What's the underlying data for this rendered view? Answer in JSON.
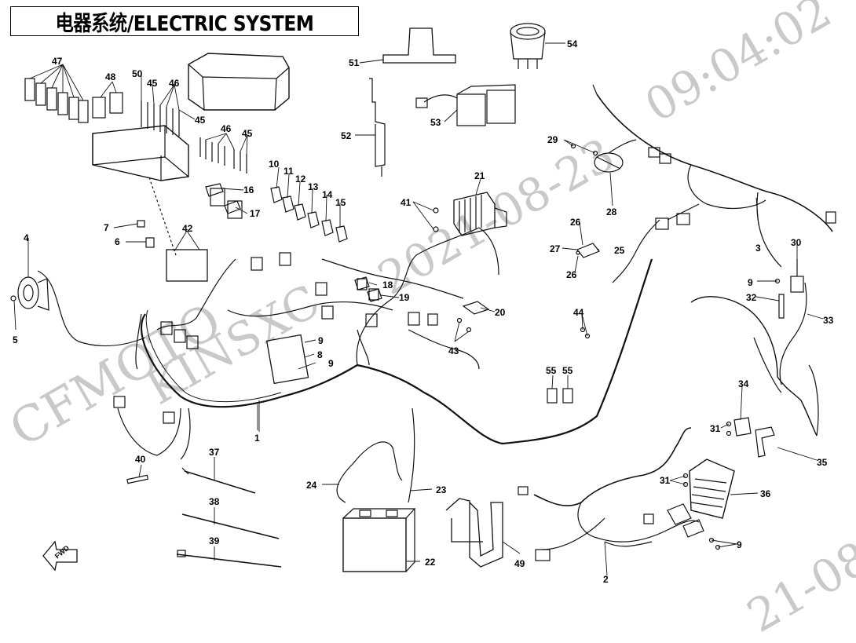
{
  "title": "电器系统/ELECTRIC SYSTEM",
  "watermark": {
    "brand": "CFMOTO",
    "partial": "KINSXC",
    "date_mid": "2021-08-23",
    "time": "09:04:02",
    "date_corner": "21-08-2"
  },
  "orientation_label": "FWD",
  "callouts": [
    "1",
    "2",
    "3",
    "4",
    "5",
    "6",
    "7",
    "8",
    "9",
    "9",
    "9",
    "9",
    "9",
    "10",
    "11",
    "12",
    "13",
    "14",
    "15",
    "16",
    "17",
    "18",
    "19",
    "20",
    "21",
    "22",
    "23",
    "24",
    "25",
    "26",
    "26",
    "27",
    "28",
    "29",
    "30",
    "31",
    "31",
    "31",
    "32",
    "33",
    "34",
    "35",
    "36",
    "37",
    "38",
    "39",
    "40",
    "41",
    "42",
    "43",
    "44",
    "45",
    "45",
    "45",
    "46",
    "46",
    "47",
    "48",
    "49",
    "50",
    "51",
    "52",
    "53",
    "54",
    "55",
    "55"
  ]
}
